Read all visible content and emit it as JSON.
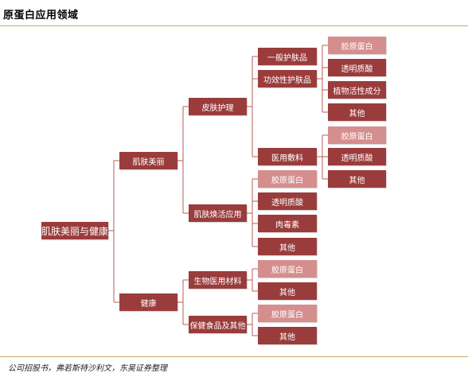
{
  "header": {
    "title": "原蛋白应用领域"
  },
  "footer": {
    "source": "公司招股书，弗若斯特沙利文，东吴证券整理"
  },
  "colors": {
    "dark": "#9b3c3c",
    "light": "#d58e8e",
    "line": "#b75e5e",
    "rule": "#c9a86a"
  },
  "diagram": {
    "root": "肌肤美丽与健康",
    "nodes": {
      "skin_beauty": "肌肤美丽",
      "health": "健康",
      "skin_care": "皮肤护理",
      "skin_revival": "肌肤焕活应用",
      "bio_material": "生物医用材料",
      "health_food": "保健食品及其他",
      "general_skincare": "一般护肤品",
      "functional_skincare": "功效性护肤品",
      "medical_dressing": "医用敷料",
      "fs_collagen": "胶原蛋白",
      "fs_hyaluronic": "透明质酸",
      "fs_plant": "植物活性成分",
      "fs_other": "其他",
      "md_collagen": "胶原蛋白",
      "md_hyaluronic": "透明质酸",
      "md_other": "其他",
      "sr_collagen": "胶原蛋白",
      "sr_hyaluronic": "透明质酸",
      "sr_botox": "肉毒素",
      "sr_other": "其他",
      "bm_collagen": "胶原蛋白",
      "bm_other": "其他",
      "hf_collagen": "胶原蛋白",
      "hf_other": "其他"
    }
  }
}
